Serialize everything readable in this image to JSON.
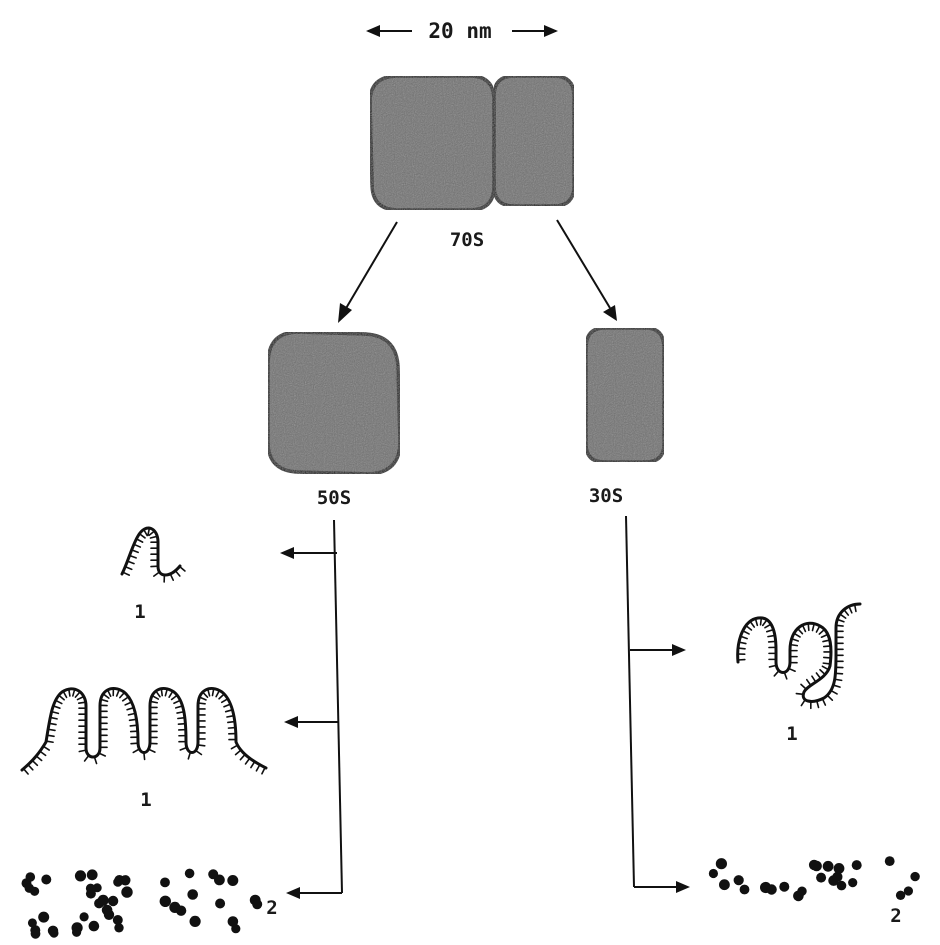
{
  "scale_bar": {
    "label": "20 nm"
  },
  "ribosome": {
    "whole": "70S",
    "large_subunit": "50S",
    "small_subunit": "30S"
  },
  "components": {
    "large_rna_a": "1",
    "large_rna_b": "1",
    "large_proteins": "2",
    "small_rna": "1",
    "small_proteins": "2"
  },
  "colors": {
    "subunit_fill": "#6f6f6f",
    "ink": "#111111",
    "background": "#ffffff"
  }
}
